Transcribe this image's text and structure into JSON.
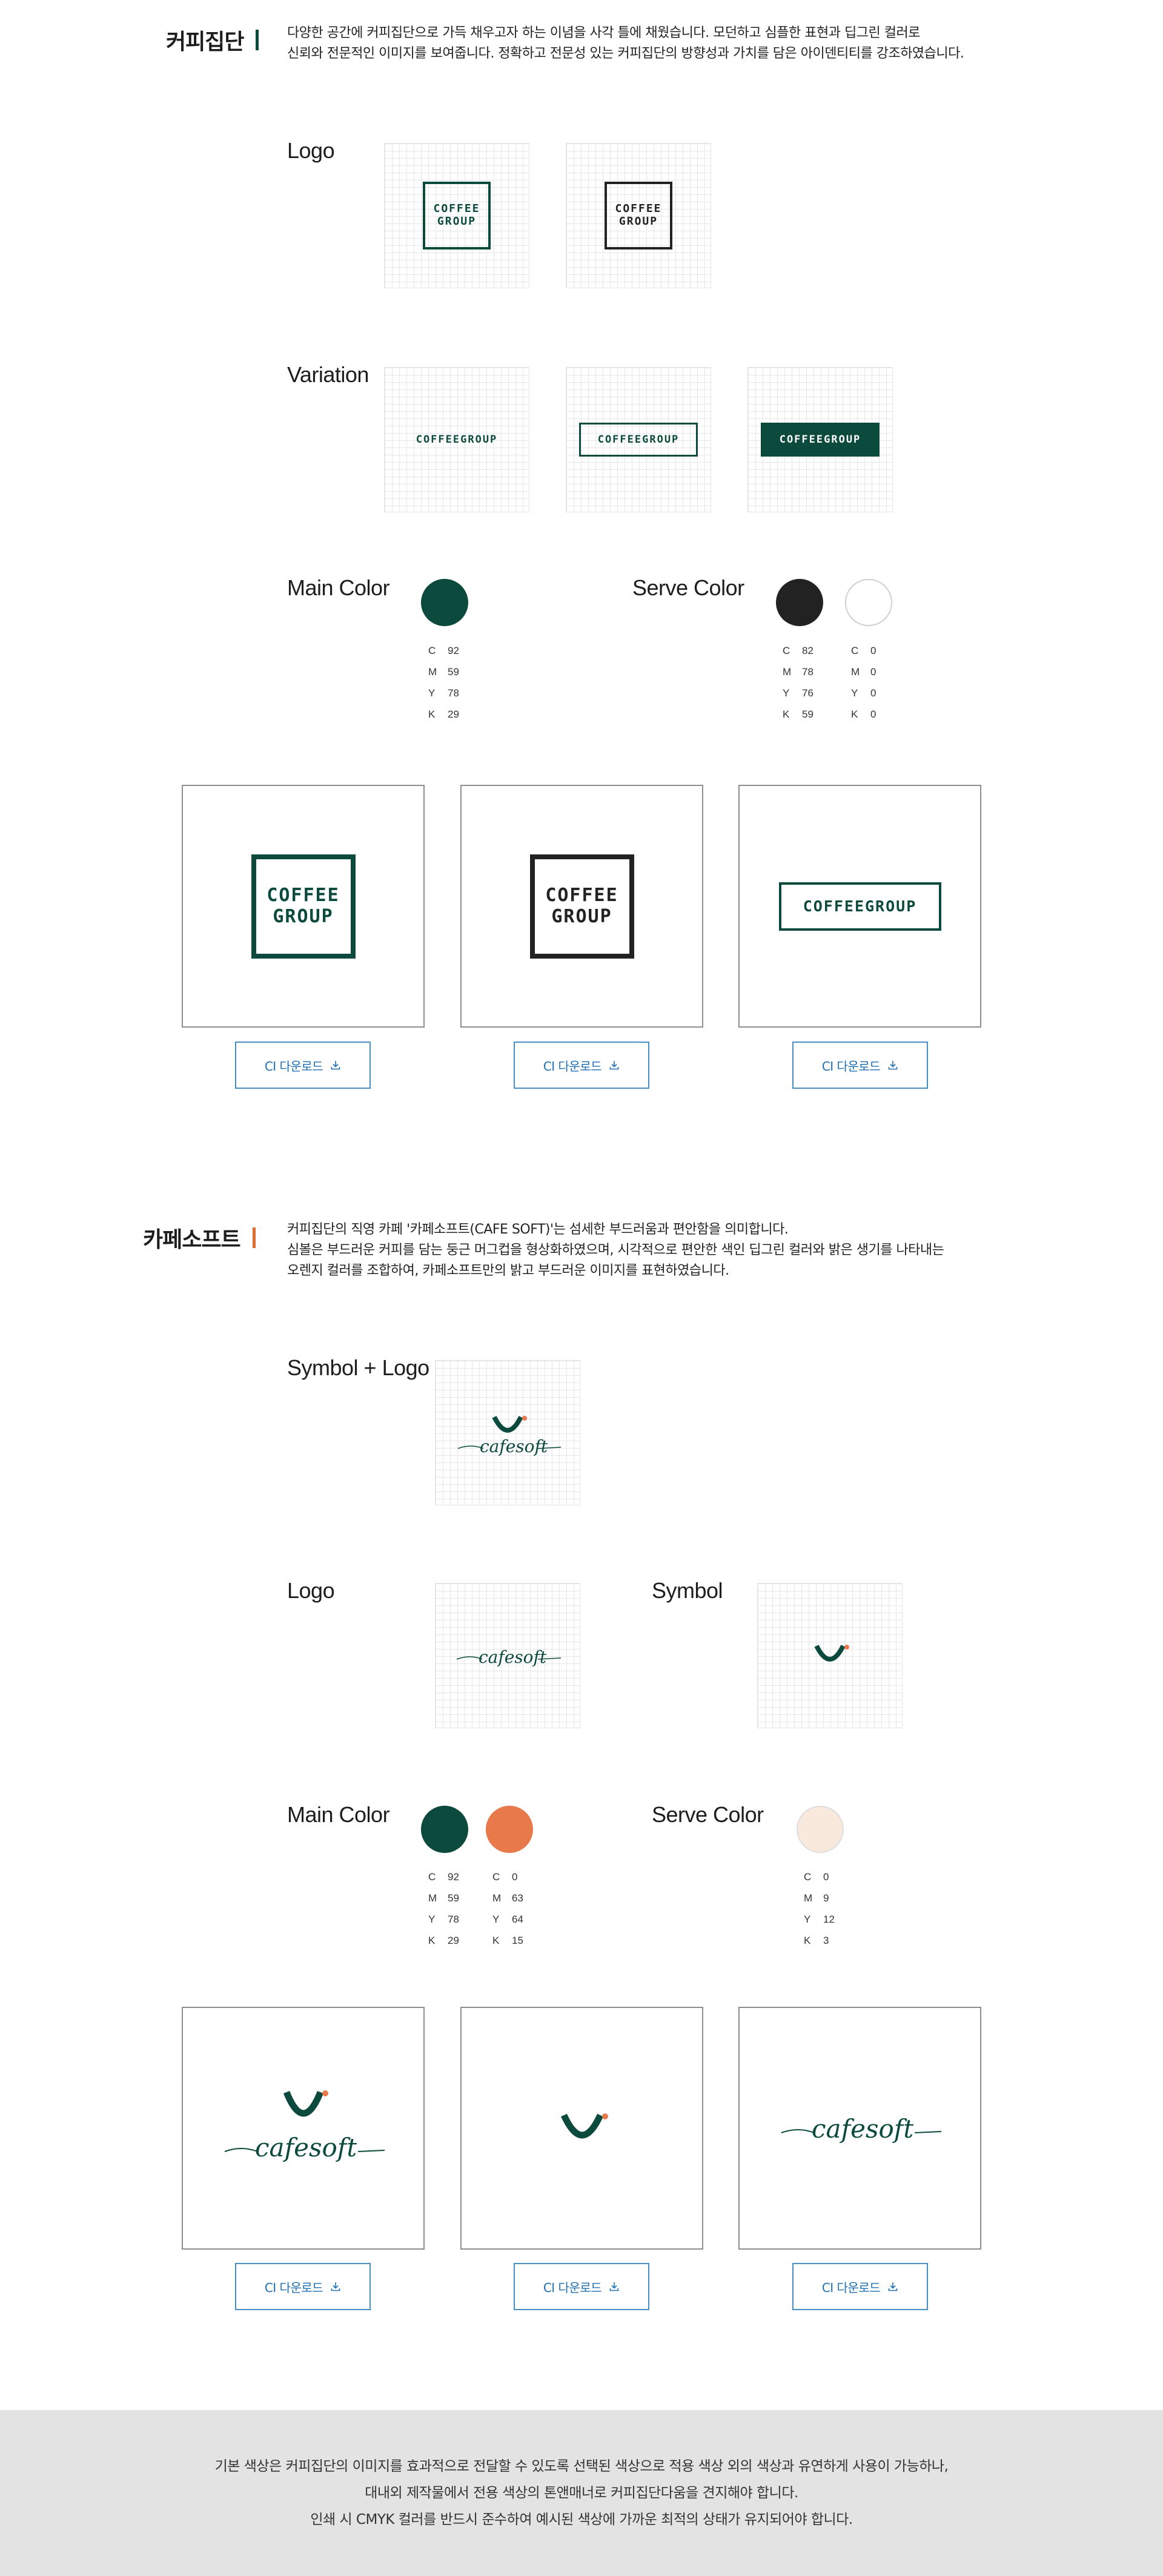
{
  "coffee": {
    "title": "커피집단",
    "accent": "#0b4a3c",
    "desc_lines": [
      "다양한 공간에 커피집단으로 가득 채우고자 하는 이념을 사각 틀에 채웠습니다. 모던하고 심플한 표현과 딥그린 컬러로",
      "신뢰와 전문적인 이미지를 보여줍니다. 정확하고 전문성 있는 커피집단의 방향성과 가치를 담은 아이덴티티를 강조하였습니다."
    ],
    "logo_label": "Logo",
    "logo_text_1": "COFFEE",
    "logo_text_2": "GROUP",
    "variation_label": "Variation",
    "wordmark": "COFFEEGROUP",
    "main_color_label": "Main Color",
    "serve_color_label": "Serve Color",
    "main_colors": [
      {
        "hex": "#0b4a3c",
        "c": "92",
        "m": "59",
        "y": "78",
        "k": "29"
      }
    ],
    "serve_colors": [
      {
        "hex": "#222222",
        "c": "82",
        "m": "78",
        "y": "76",
        "k": "59"
      },
      {
        "hex": "#ffffff",
        "c": "0",
        "m": "0",
        "y": "0",
        "k": "0"
      }
    ],
    "download_label": "CI 다운로드"
  },
  "cafe": {
    "title": "카페소프트",
    "accent": "#e06b35",
    "desc_lines": [
      "커피집단의 직영 카페 '카페소프트(CAFE SOFT)'는 섬세한 부드러움과 편안함을 의미합니다.",
      "심볼은 부드러운 커피를 담는 둥근 머그컵을 형상화하였으며, 시각적으로 편안한 색인 딥그린 컬러와 밝은 생기를 나타내는",
      "오렌지 컬러를 조합하여, 카페소프트만의 밝고 부드러운 이미지를 표현하였습니다."
    ],
    "symbol_logo_label": "Symbol + Logo",
    "logo_label": "Logo",
    "symbol_label": "Symbol",
    "script_text": "cafesoft",
    "main_color_label": "Main Color",
    "serve_color_label": "Serve Color",
    "main_colors": [
      {
        "hex": "#0b4a3c",
        "c": "92",
        "m": "59",
        "y": "78",
        "k": "29"
      },
      {
        "hex": "#e8794a",
        "c": "0",
        "m": "63",
        "y": "64",
        "k": "15"
      }
    ],
    "serve_colors": [
      {
        "hex": "#f8e9dc",
        "c": "0",
        "m": "9",
        "y": "12",
        "k": "3"
      }
    ],
    "download_label": "CI 다운로드"
  },
  "footer": {
    "lines": [
      "기본 색상은 커피집단의 이미지를 효과적으로 전달할 수 있도록 선택된 색상으로 적용 색상 외의 색상과 유연하게 사용이 가능하나,",
      "대내외 제작물에서 전용 색상의 톤앤매너로 커피집단다움을 견지해야 합니다.",
      "인쇄 시 CMYK 컬러를 반드시 준수하여 예시된 색상에 가까운 최적의 상태가 유지되어야 합니다."
    ]
  }
}
